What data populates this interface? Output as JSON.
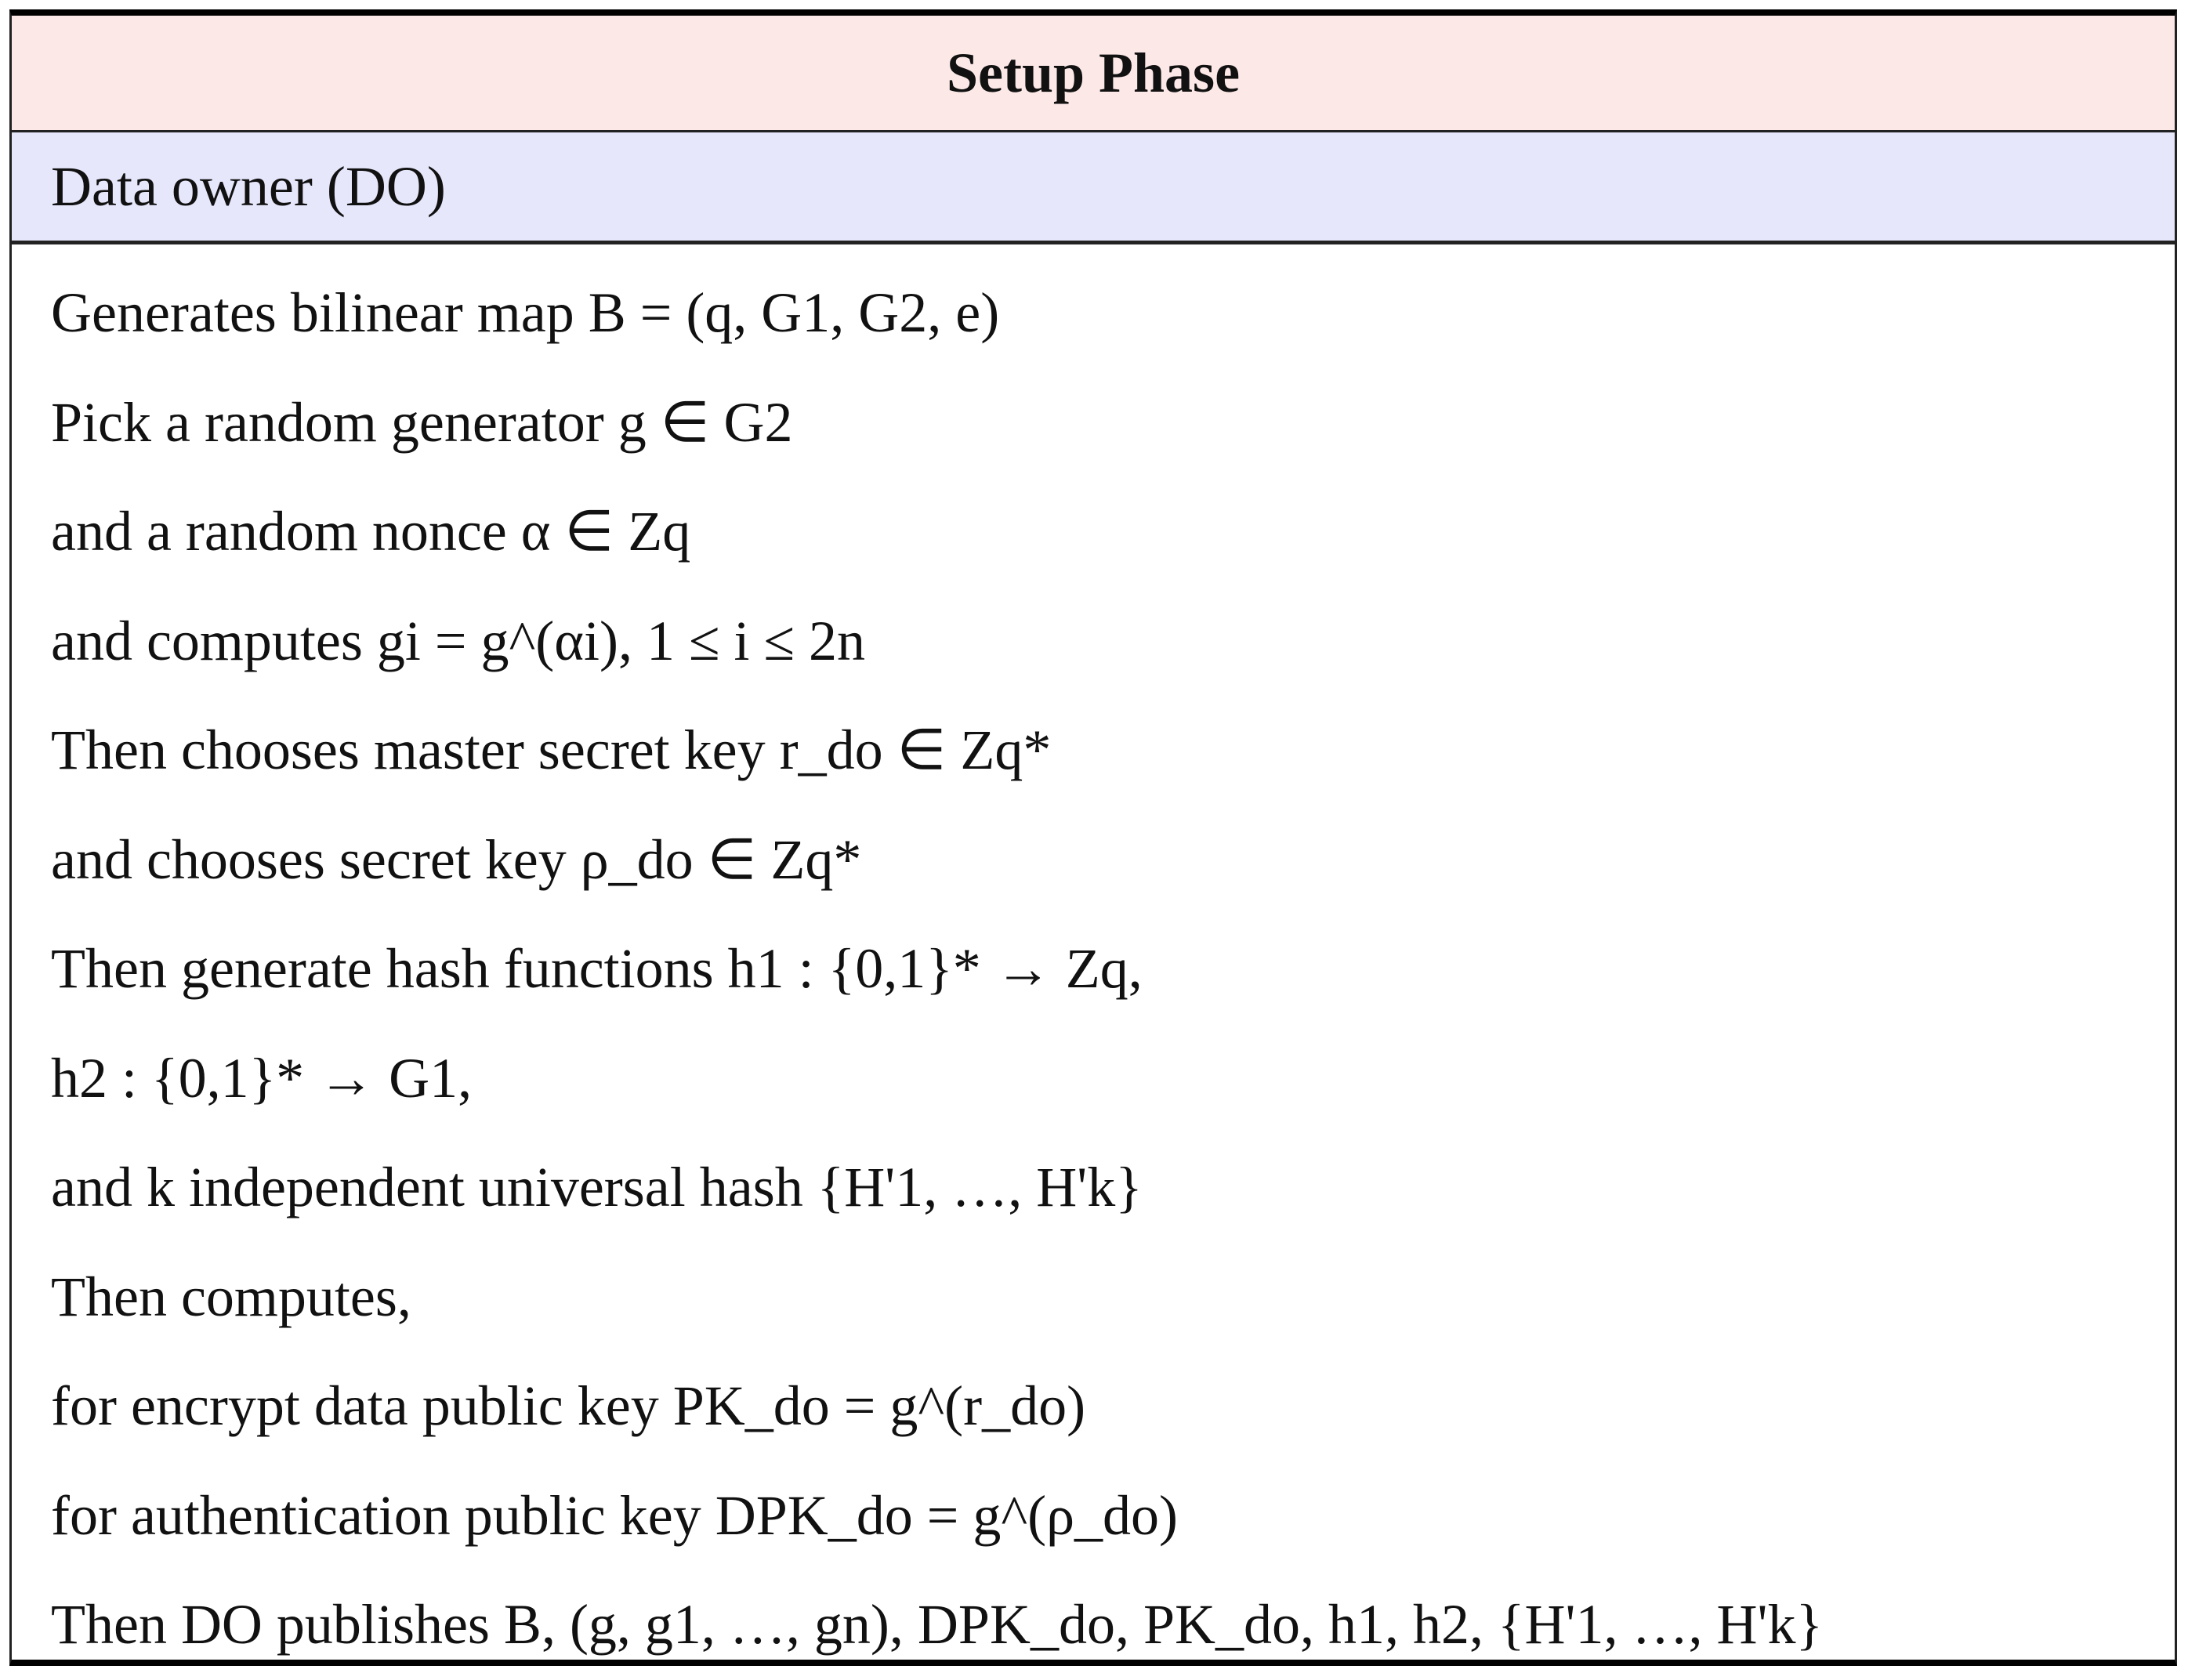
{
  "table": {
    "title": "Setup Phase",
    "subheader": "Data owner (DO)",
    "header_color": "#fde8e8",
    "subheader_color": "#e6e7fb",
    "lines": [
      "Generates bilinear map B = (q, G1, G2, e)",
      "Pick a random generator g ∈ G2",
      "and a random nonce α ∈ Zq",
      "and computes gi = g^(αi), 1 ≤ i ≤ 2n",
      "Then chooses master secret key r_do ∈ Zq*",
      "and chooses secret key ρ_do ∈ Zq*",
      "Then generate hash functions h1 : {0,1}* → Zq,",
      "h2 : {0,1}* → G1,",
      "and k independent universal hash {H'1, …, H'k}",
      "Then computes,",
      "for encrypt data public key PK_do = g^(r_do)",
      "for authentication public key DPK_do = g^(ρ_do)",
      "Then DO publishes B, (g, g1, …, gn), DPK_do, PK_do, h1, h2, {H'1, …, H'k}"
    ]
  }
}
